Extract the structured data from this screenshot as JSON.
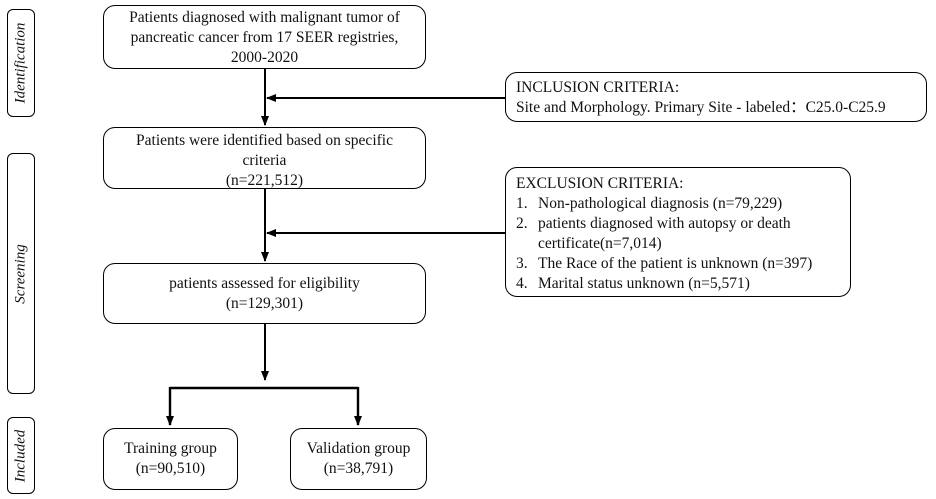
{
  "phases": [
    {
      "label": "Identification"
    },
    {
      "label": "Screening"
    },
    {
      "label": "Included"
    }
  ],
  "boxes": {
    "diagnosed": {
      "lines": [
        "Patients diagnosed with malignant tumor of",
        "pancreatic cancer from 17 SEER registries,",
        "2000-2020"
      ]
    },
    "identified": {
      "lines": [
        "Patients were identified based on specific",
        "criteria",
        "(n=221,512)"
      ]
    },
    "eligible": {
      "lines": [
        "patients assessed for eligibility",
        "(n=129,301)"
      ]
    },
    "training": {
      "lines": [
        "Training group",
        "(n=90,510)"
      ]
    },
    "validation": {
      "lines": [
        "Validation group",
        "(n=38,791)"
      ]
    }
  },
  "inclusion": {
    "title": "INCLUSION CRITERIA:",
    "text": "Site and Morphology. Primary Site - labeled：C25.0-C25.9"
  },
  "exclusion": {
    "title": "EXCLUSION CRITERIA:",
    "items": [
      {
        "num": "1.",
        "lines": [
          "Non-pathological diagnosis (n=79,229)"
        ]
      },
      {
        "num": "2.",
        "lines": [
          "patients diagnosed with autopsy or death",
          "certificate(n=7,014)"
        ]
      },
      {
        "num": "3.",
        "lines": [
          "The Race of the patient is unknown (n=397)"
        ]
      },
      {
        "num": "4.",
        "lines": [
          "Marital status unknown (n=5,571)"
        ]
      }
    ]
  }
}
